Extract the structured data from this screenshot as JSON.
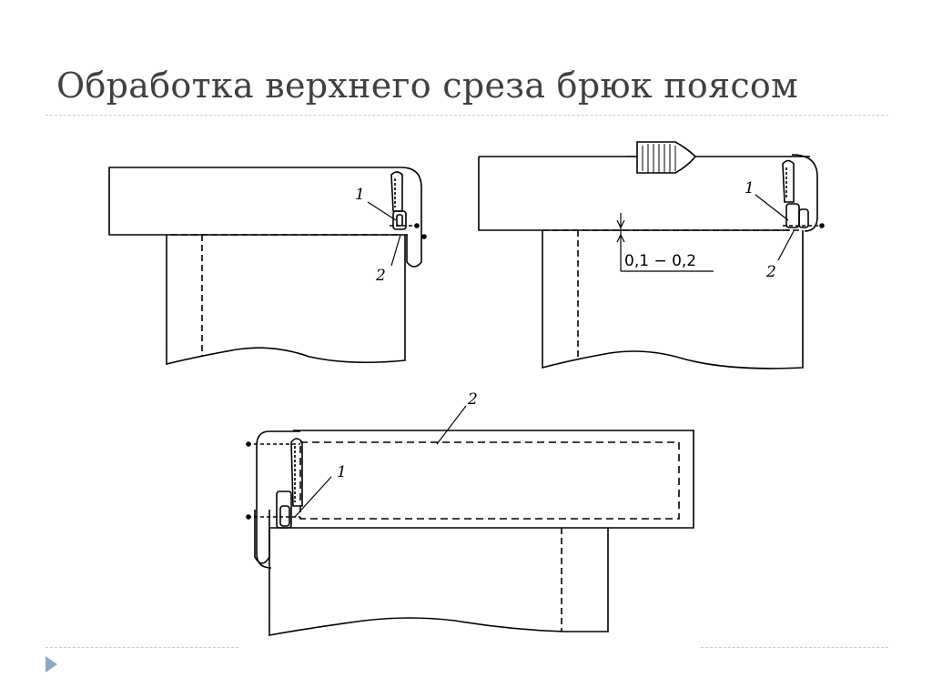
{
  "slide": {
    "title": "Обработка верхнего среза брюк поясом"
  },
  "diagram": {
    "figures": [
      {
        "labels": [
          "1",
          "2"
        ]
      },
      {
        "labels": [
          "1",
          "2"
        ],
        "dimension": "0,1 − 0,2"
      },
      {
        "labels": [
          "1",
          "2"
        ]
      }
    ]
  },
  "colors": {
    "title": "#404040",
    "rule": "#c8ccd0",
    "nav_arrow": "#8fa7c4",
    "ink": "#000000"
  }
}
